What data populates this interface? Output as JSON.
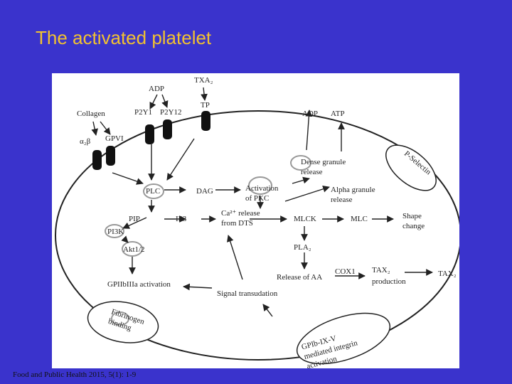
{
  "slide": {
    "title": "The activated platelet",
    "citation": "Food and Public Health 2015, 5(1): 1-9"
  },
  "colors": {
    "background": "#3A33CC",
    "title": "#F2C230",
    "panel": "#FFFFFF",
    "ink": "#222222",
    "marker": "#999999"
  },
  "diagram": {
    "labels": {
      "adp_top": "ADP",
      "txa2_top": "TXA₂",
      "collagen": "Collagen",
      "p2y1": "P2Y1",
      "p2y12": "P2Y12",
      "tp": "TP",
      "a2b": "α₂β",
      "gpvi": "GPVI",
      "adp_out": "ADP",
      "atp_out": "ATP",
      "dense_1": "Dense granule",
      "dense_2": "release",
      "pselectin": "P-Selectin",
      "plc": "PLC",
      "dag": "DAG",
      "act_pkc_1": "Activation",
      "act_pkc_2": "of PKC",
      "alpha_1": "Alpha granule",
      "alpha_2": "release",
      "pip": "PIP",
      "ip3": "IP3",
      "ca_1": "Ca²⁺ release",
      "ca_2": "from DTS",
      "mlck": "MLCK",
      "mlc": "MLC",
      "shape_1": "Shape",
      "shape_2": "change",
      "pi3k": "PI3K",
      "akt": "Akt1/2",
      "pla2": "PLA₂",
      "release_aa": "Release of AA",
      "cox1": "COX1",
      "tax2_prod_1": "TAX₂",
      "tax2_prod_2": "production",
      "tax2_out": "TAX₂",
      "gp_act": "GPIIbIIIa activation",
      "signal": "Signal transudation",
      "fib_1": "Fibrinogen",
      "fib_2": "binding",
      "gpib_1": "GPIb-IX-V",
      "gpib_2": "mediated integrin",
      "gpib_3": "activation"
    }
  }
}
